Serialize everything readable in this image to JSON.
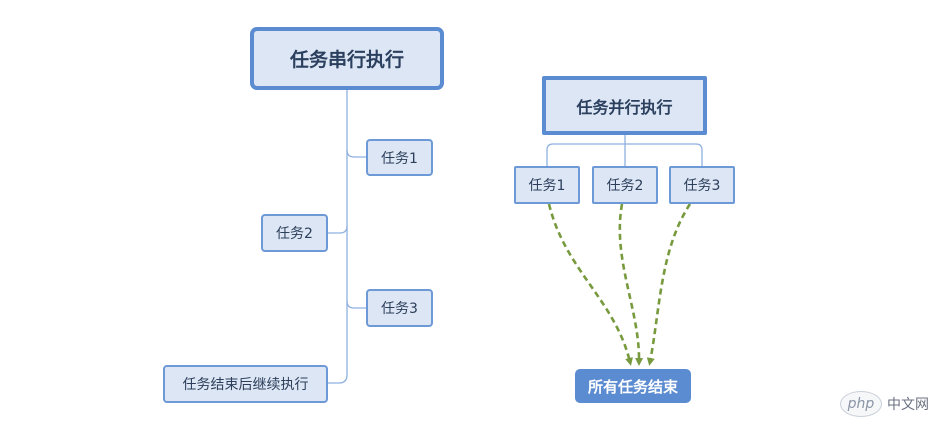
{
  "serial": {
    "title": "任务串行执行",
    "task1": "任务1",
    "task2": "任务2",
    "task3": "任务3",
    "continue_label": "任务结束后继续执行"
  },
  "parallel": {
    "title": "任务并行执行",
    "task1": "任务1",
    "task2": "任务2",
    "task3": "任务3",
    "end_label": "所有任务结束"
  },
  "colors": {
    "node_fill": "#dce6f4",
    "node_border": "#5b8bd0",
    "connector": "#8fb0e0",
    "arrow": "#789a3e",
    "end_fill": "#5b8bd0"
  },
  "watermark": {
    "logo": "php",
    "text": "中文网"
  }
}
